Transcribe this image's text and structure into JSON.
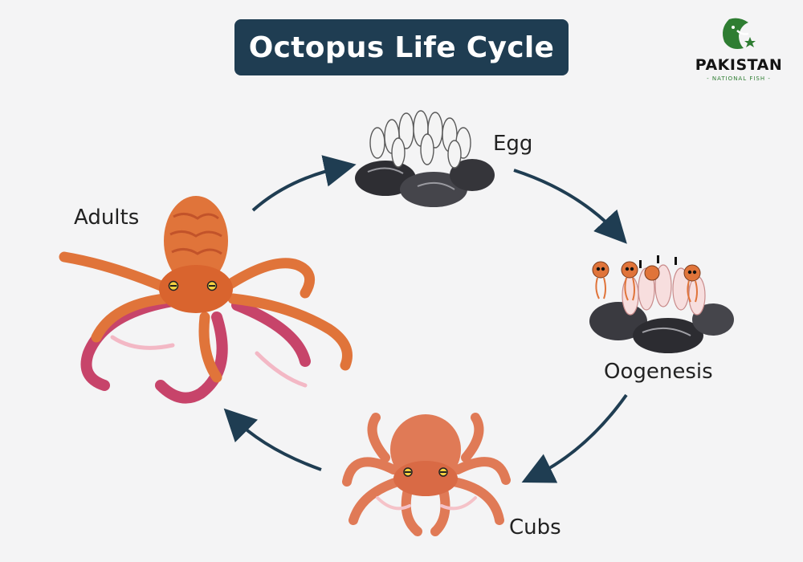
{
  "title": "Octopus Life Cycle",
  "logo": {
    "word": "PAKISTAN",
    "tagline": "- NATIONAL FISH -"
  },
  "stages": {
    "adults": "Adults",
    "egg": "Egg",
    "oogenesis": "Oogenesis",
    "cubs": "Cubs"
  },
  "colors": {
    "banner": "#1f3d52",
    "arrow": "#1f3d52",
    "octopus_orange": "#e0743a",
    "octopus_magenta": "#b8325a",
    "stone": "#3f3f45",
    "egg": "#f4f4f4",
    "logo_green": "#2e7d32"
  }
}
